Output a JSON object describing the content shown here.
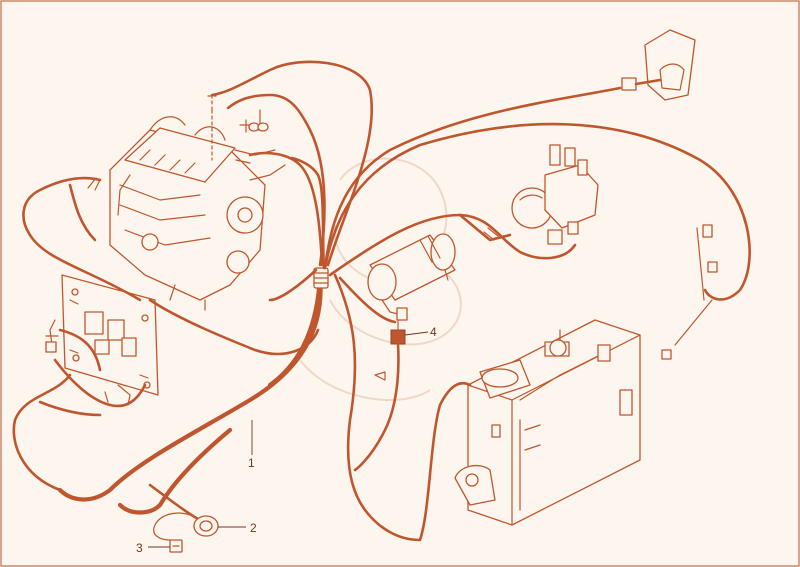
{
  "callouts": [
    {
      "num": "1",
      "part": "main-harness"
    },
    {
      "num": "2",
      "part": "plug-socket"
    },
    {
      "num": "3",
      "part": "connector"
    },
    {
      "num": "4",
      "part": "relay"
    }
  ],
  "colors": {
    "line": "#c0562e",
    "background": "#fdf6ef",
    "label": "#6a3a22",
    "frame": "#c98a6a"
  }
}
